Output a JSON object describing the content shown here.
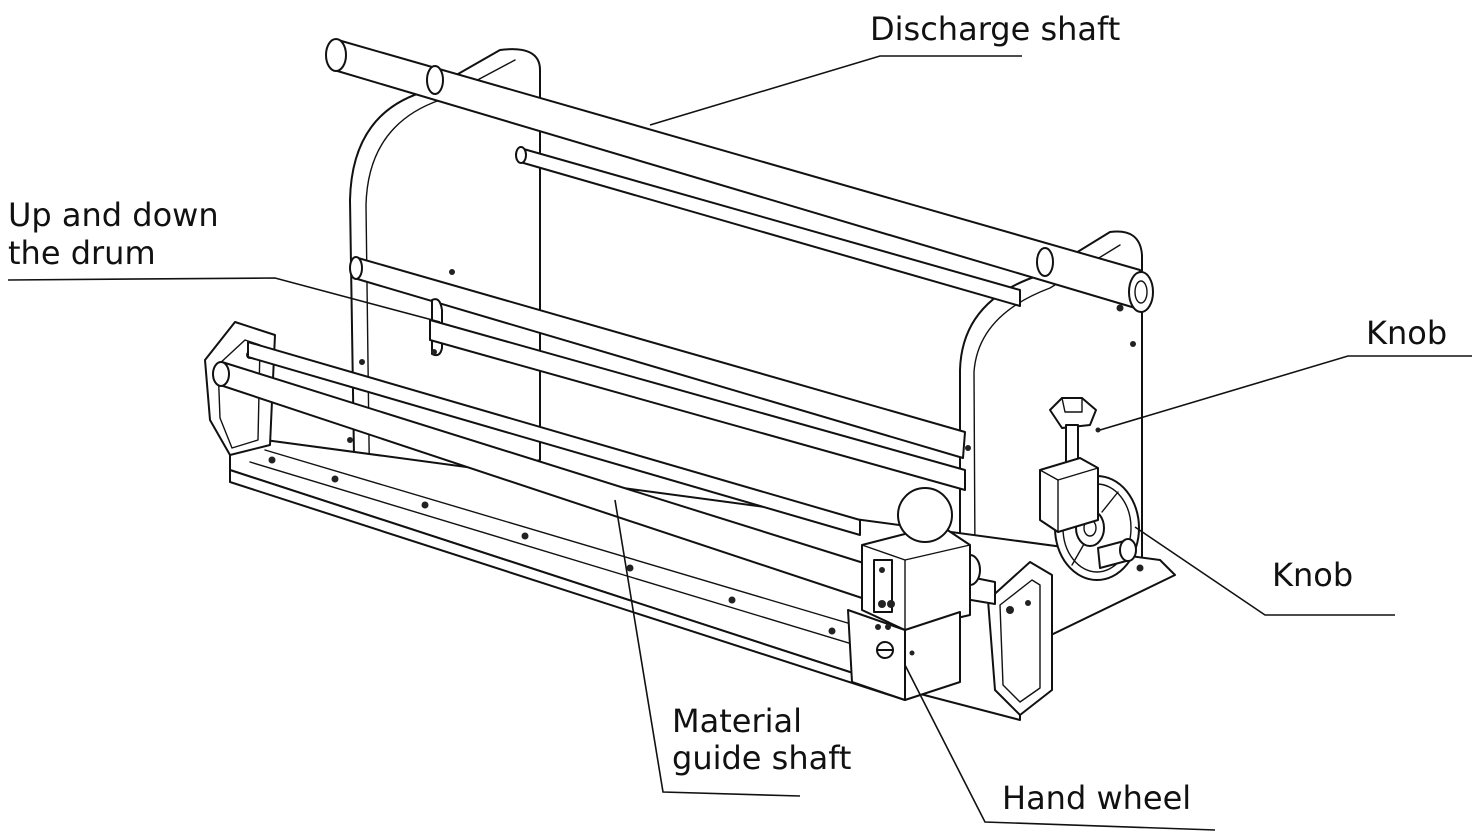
{
  "callouts": {
    "discharge_shaft": "Discharge shaft",
    "up_down_drum_line1": "Up and down",
    "up_down_drum_line2": "the drum",
    "knob_top": "Knob",
    "knob_bottom": "Knob",
    "material_guide_line1": "Material",
    "material_guide_line2": "guide shaft",
    "hand_wheel": "Hand wheel"
  }
}
